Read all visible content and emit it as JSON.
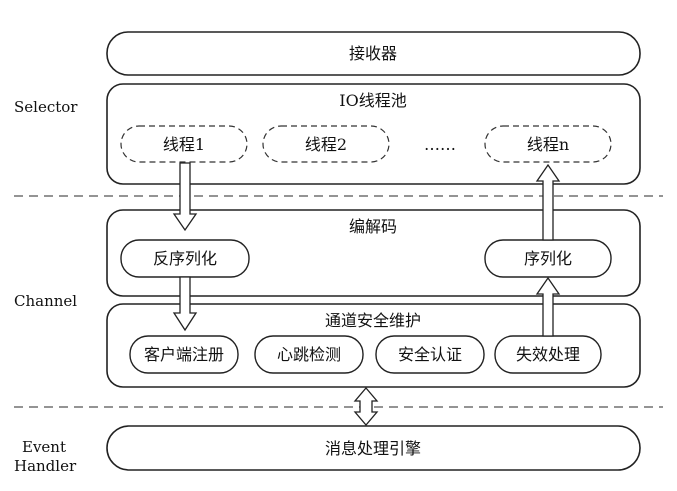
{
  "side_labels": {
    "selector": "Selector",
    "channel": "Channel",
    "event_line1": "Event",
    "event_line2": "Handler"
  },
  "receiver": {
    "label": "接收器"
  },
  "io_pool": {
    "title": "IO线程池",
    "threads": [
      "线程1",
      "线程2",
      "……",
      "线程n"
    ]
  },
  "codec": {
    "title": "编解码",
    "deserialize": "反序列化",
    "serialize": "序列化"
  },
  "channel_security": {
    "title": "通道安全维护",
    "items": [
      "客户端注册",
      "心跳检测",
      "安全认证",
      "失效处理"
    ]
  },
  "engine": {
    "label": "消息处理引擎"
  }
}
